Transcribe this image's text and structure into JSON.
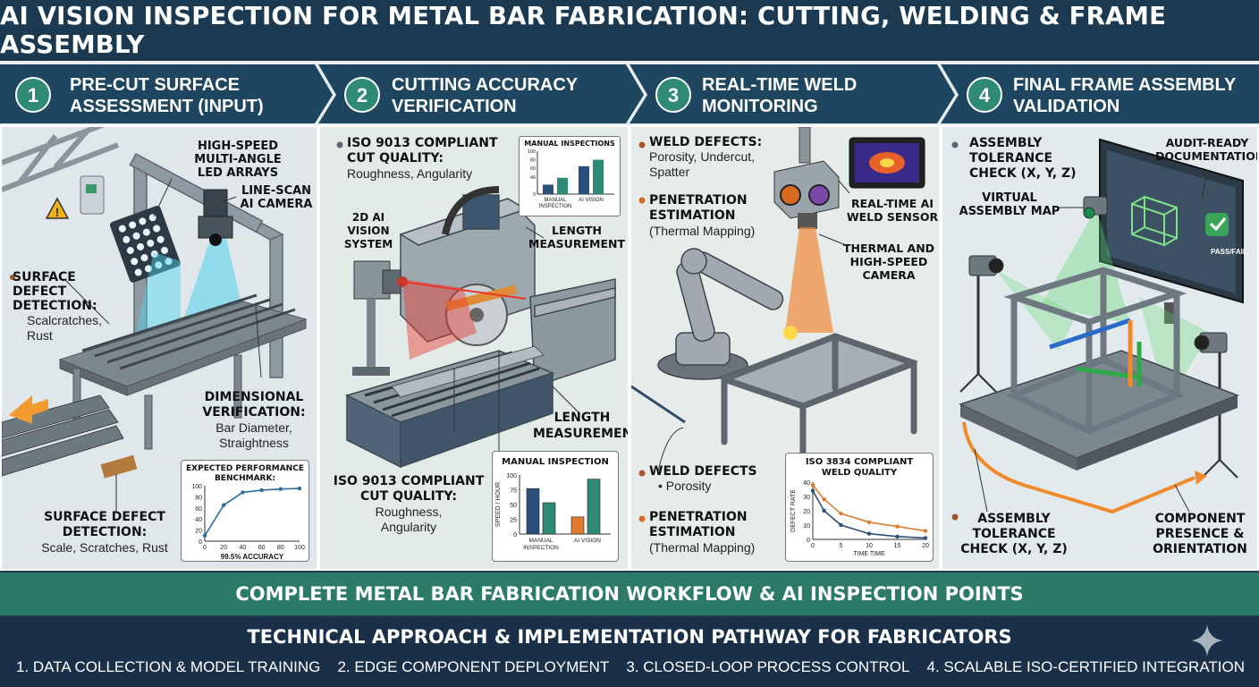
{
  "title": "AI VISION INSPECTION FOR METAL BAR FABRICATION: CUTTING, WELDING & FRAME ASSEMBLY",
  "stages": [
    {
      "num": "1",
      "title_line1": "PRE-CUT SURFACE",
      "title_line2": "ASSESSMENT (INPUT)"
    },
    {
      "num": "2",
      "title_line1": "CUTTING ACCURACY",
      "title_line2": "VERIFICATION"
    },
    {
      "num": "3",
      "title_line1": "REAL-TIME WELD",
      "title_line2": "MONITORING"
    },
    {
      "num": "4",
      "title_line1": "FINAL FRAME ASSEMBLY",
      "title_line2": "VALIDATION"
    }
  ],
  "p1": {
    "led": [
      "HIGH-SPEED",
      "MULTI-ANGLE",
      "LED ARRAYS"
    ],
    "cam": [
      "LINE-SCAN",
      "AI CAMERA"
    ],
    "sdd_head": [
      "SURFACE",
      "DEFECT",
      "DETECTION:"
    ],
    "sdd_body": [
      "Scalcratches,",
      "Rust"
    ],
    "dim_head": [
      "DIMENSIONAL",
      "VERIFICATION:"
    ],
    "dim_body": [
      "Bar Diameter,",
      "Straightness"
    ],
    "sdd2_head": [
      "SURFACE DEFECT",
      "DETECTION:"
    ],
    "sdd2_body": "Scale, Scratches, Rust",
    "chart_title": [
      "EXPECTED PERFORMANCE",
      "BENCHMARK:"
    ],
    "chart_label": "99.5% ACCURACY"
  },
  "p2": {
    "iso_top_head": "ISO 9013 COMPLIANT",
    "iso_top_head2": "CUT QUALITY:",
    "iso_top_body": "Roughness, Angularity",
    "vision": [
      "2D AI",
      "VISION",
      "SYSTEM"
    ],
    "len1": [
      "LENGTH",
      "MEASUREMENT"
    ],
    "len2": [
      "LENGTH",
      "MEASUREMENT"
    ],
    "iso_bot_head": [
      "ISO 9013 COMPLIANT",
      "CUT QUALITY:"
    ],
    "iso_bot_body": [
      "Roughness,",
      "Angularity"
    ],
    "small_chart_title": "MANUAL INSPECTIONS",
    "small_cat1": "MANUAL",
    "small_cat1b": "INSPECTION",
    "small_cat2": "AI VISION",
    "big_chart_title": "MANUAL INSPECTION",
    "big_ylabel": "SPEED / HOUR",
    "big_cat1": "MANUAL",
    "big_cat1b": "INSPECTION",
    "big_cat2": "AI VISION"
  },
  "p3": {
    "wd_head": "WELD DEFECTS:",
    "wd_body": [
      "Porosity, Undercut,",
      "Spatter"
    ],
    "pen_head": [
      "PENETRATION",
      "ESTIMATION"
    ],
    "pen_body": "(Thermal Mapping)",
    "sensor": [
      "REAL-TIME AI",
      "WELD SENSOR"
    ],
    "thermal": [
      "THERMAL AND",
      "HIGH-SPEED",
      "CAMERA"
    ],
    "wd2_head": "WELD DEFECTS",
    "wd2_body": "• Porosity",
    "pen2_head": [
      "PENETRATION",
      "ESTIMATION"
    ],
    "pen2_body": "(Thermal Mapping)",
    "chart_title": [
      "ISO 3834 COMPLIANT",
      "WELD QUALITY"
    ],
    "chart_xlabel": "TIME TIME",
    "chart_ylabel": "DEFECT RATE"
  },
  "p4": {
    "atc_head": [
      "ASSEMBLY",
      "TOLERANCE",
      "CHECK (X, Y, Z)"
    ],
    "vam": [
      "VIRTUAL",
      "ASSEMBLY MAP"
    ],
    "audit": [
      "AUDIT-READY",
      "DOCUMENTATION"
    ],
    "screen_text": "PASS/FAIL",
    "atc2_head": [
      "ASSEMBLY",
      "TOLERANCE",
      "CHECK (X, Y, Z)"
    ],
    "comp": [
      "COMPONENT",
      "PRESENCE &",
      "ORIENTATION"
    ]
  },
  "band_text": "COMPLETE METAL BAR FABRICATION WORKFLOW & AI INSPECTION POINTS",
  "footer": {
    "title": "TECHNICAL APPROACH & IMPLEMENTATION PATHWAY FOR FABRICATORS",
    "steps": [
      "1. DATA COLLECTION & MODEL TRAINING",
      "2. EDGE COMPONENT DEPLOYMENT",
      "3. CLOSED-LOOP PROCESS CONTROL",
      "4. SCALABLE ISO-CERTIFIED INTEGRATION"
    ]
  },
  "colors": {
    "header": "#1b3a52",
    "band": "#2c7a68",
    "footer": "#1a3048",
    "badge": "#2e8a74",
    "accent_orange": "#e07a2e"
  },
  "chart_data": [
    {
      "type": "line",
      "title": "EXPECTED PERFORMANCE BENCHMARK:",
      "xlabel": "99.5% ACCURACY",
      "ylabel": "",
      "x": [
        0,
        20,
        40,
        60,
        80,
        100
      ],
      "series": [
        {
          "values": [
            10,
            65,
            88,
            92,
            94,
            95
          ]
        }
      ],
      "xlim": [
        0,
        100
      ],
      "ylim": [
        0,
        100
      ],
      "xticks": [
        0,
        20,
        40,
        60,
        80,
        100
      ],
      "yticks": [
        0,
        20,
        40,
        60,
        80,
        100
      ]
    },
    {
      "type": "bar",
      "title": "MANUAL INSPECTIONS",
      "categories": [
        "MANUAL INSPECTION",
        "AI VISION"
      ],
      "values": [
        22,
        38,
        65,
        80
      ],
      "ylim": [
        0,
        100
      ],
      "yticks": [
        0,
        40,
        60,
        80,
        100
      ]
    },
    {
      "type": "bar",
      "title": "MANUAL INSPECTION",
      "ylabel": "SPEED / HOUR",
      "categories": [
        "MANUAL INSPECTION",
        "AI VISION"
      ],
      "values": [
        77,
        53,
        29,
        93
      ],
      "ylim": [
        0,
        100
      ],
      "yticks": [
        0,
        25,
        50,
        75,
        100
      ]
    },
    {
      "type": "line",
      "title": "ISO 3834 COMPLIANT WELD QUALITY",
      "xlabel": "TIME TIME",
      "ylabel": "DEFECT RATE",
      "x": [
        0,
        2,
        5,
        10,
        15,
        20
      ],
      "series": [
        {
          "values": [
            38,
            28,
            18,
            12,
            9,
            6
          ]
        },
        {
          "values": [
            34,
            20,
            10,
            4,
            2,
            1
          ]
        }
      ],
      "xlim": [
        0,
        20
      ],
      "ylim": [
        0,
        40
      ],
      "xticks": [
        0,
        5,
        10,
        15,
        20
      ],
      "yticks": [
        0,
        10,
        20,
        30,
        40
      ]
    }
  ]
}
